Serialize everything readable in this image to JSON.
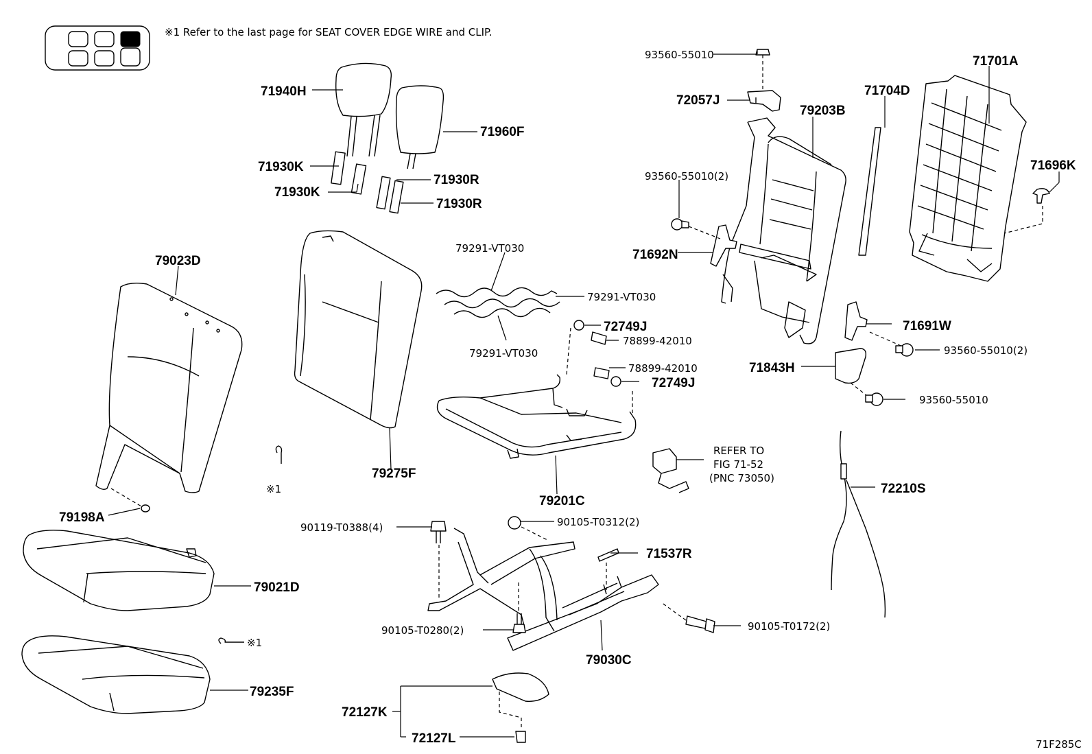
{
  "header_note": "※1 Refer to the last page for SEAT COVER EDGE WIRE and CLIP.",
  "figure_code": "71F285C",
  "refer_note": {
    "line1": "REFER TO",
    "line2": "FIG 71-52",
    "line3": "(PNC 73050)"
  },
  "callout_mark": "※1",
  "labels": {
    "p93560_55010_top": "93560-55010",
    "p71701A": "71701A",
    "p72057J": "72057J",
    "p79203B": "79203B",
    "p71704D": "71704D",
    "p71940H": "71940H",
    "p71960F": "71960F",
    "p71930K_1": "71930K",
    "p71930K_2": "71930K",
    "p71930R_1": "71930R",
    "p71930R_2": "71930R",
    "p93560_55010_2a": "93560-55010(2)",
    "p71696K": "71696K",
    "p79023D": "79023D",
    "p79291_a": "79291-VT030",
    "p79291_b": "79291-VT030",
    "p79291_c": "79291-VT030",
    "p71692N": "71692N",
    "p72749J_1": "72749J",
    "p78899_1": "78899-42010",
    "p71691W": "71691W",
    "p93560_55010_2b": "93560-55010(2)",
    "p71843H": "71843H",
    "p78899_2": "78899-42010",
    "p72749J_2": "72749J",
    "p93560_55010_b": "93560-55010",
    "p79275F": "79275F",
    "p72210S": "72210S",
    "p79201C": "79201C",
    "p79198A": "79198A",
    "p90119": "90119-T0388(4)",
    "p90105_T0312": "90105-T0312(2)",
    "p71537R": "71537R",
    "p79021D": "79021D",
    "p90105_T0280": "90105-T0280(2)",
    "p90105_T0172": "90105-T0172(2)",
    "p79030C": "79030C",
    "p79235F": "79235F",
    "p72127K": "72127K",
    "p72127L": "72127L"
  }
}
